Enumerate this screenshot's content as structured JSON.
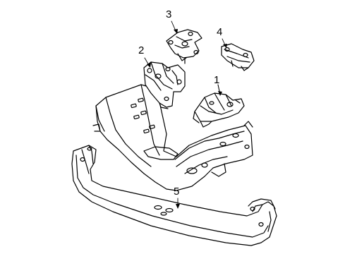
{
  "diagram": {
    "callouts": [
      {
        "id": "c1",
        "number": "1",
        "part": "transmission-mount"
      },
      {
        "id": "c2",
        "number": "2",
        "part": "engine-mount-left"
      },
      {
        "id": "c3",
        "number": "3",
        "part": "engine-mount-bracket"
      },
      {
        "id": "c4",
        "number": "4",
        "part": "engine-mount-right"
      },
      {
        "id": "c5",
        "number": "5",
        "part": "crossmember"
      }
    ],
    "colors": {
      "line": "#000000",
      "background": "#ffffff"
    }
  }
}
